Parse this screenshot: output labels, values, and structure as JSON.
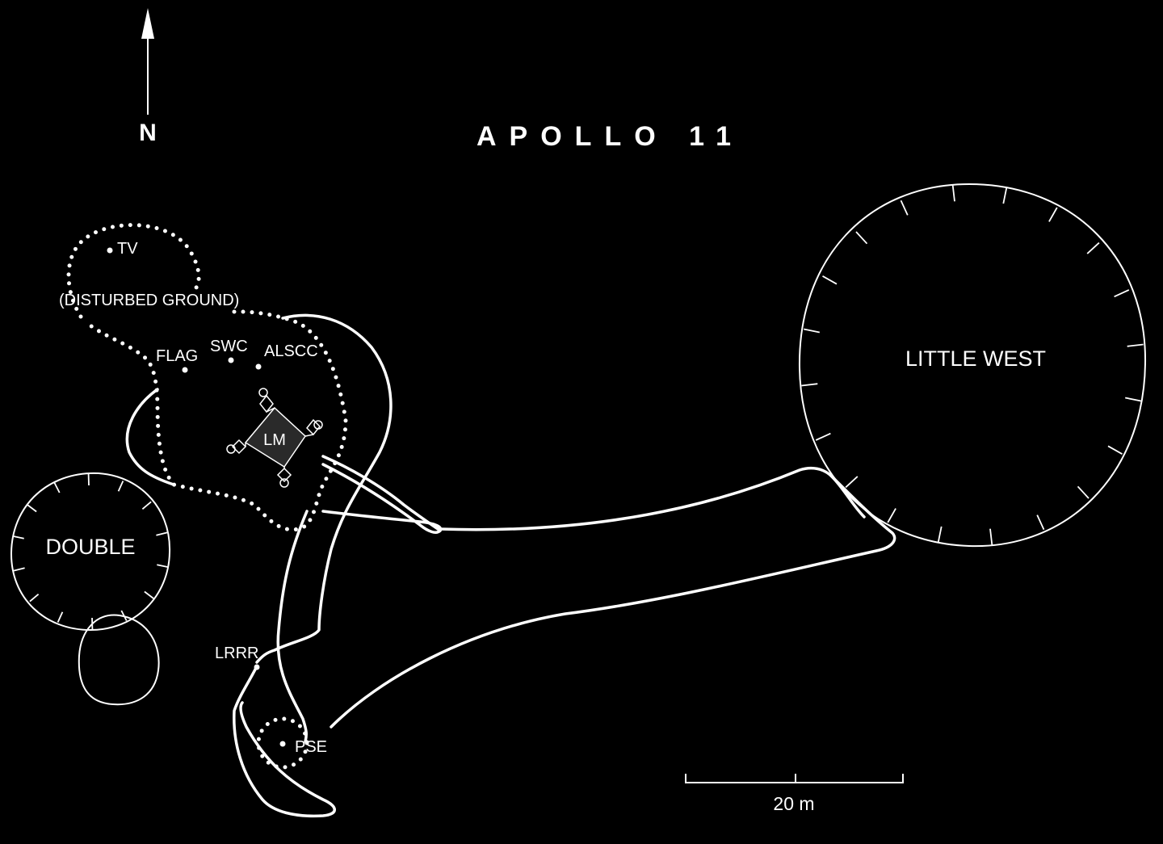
{
  "title": "APOLLO 11",
  "north_arrow": {
    "label": "N"
  },
  "craters": {
    "little_west": {
      "label": "LITTLE WEST"
    },
    "double": {
      "label": "DOUBLE"
    }
  },
  "features": {
    "tv": "TV",
    "disturbed_ground": "(DISTURBED GROUND)",
    "flag": "FLAG",
    "swc": "SWC",
    "alscc": "ALSCC",
    "lm": "LM",
    "lrrr": "LRRR",
    "pse": "PSE"
  },
  "scale_bar": {
    "label": "20 m"
  },
  "colors": {
    "background": "#000000",
    "foreground": "#ffffff",
    "lm_fill": "#2a2a2a"
  }
}
